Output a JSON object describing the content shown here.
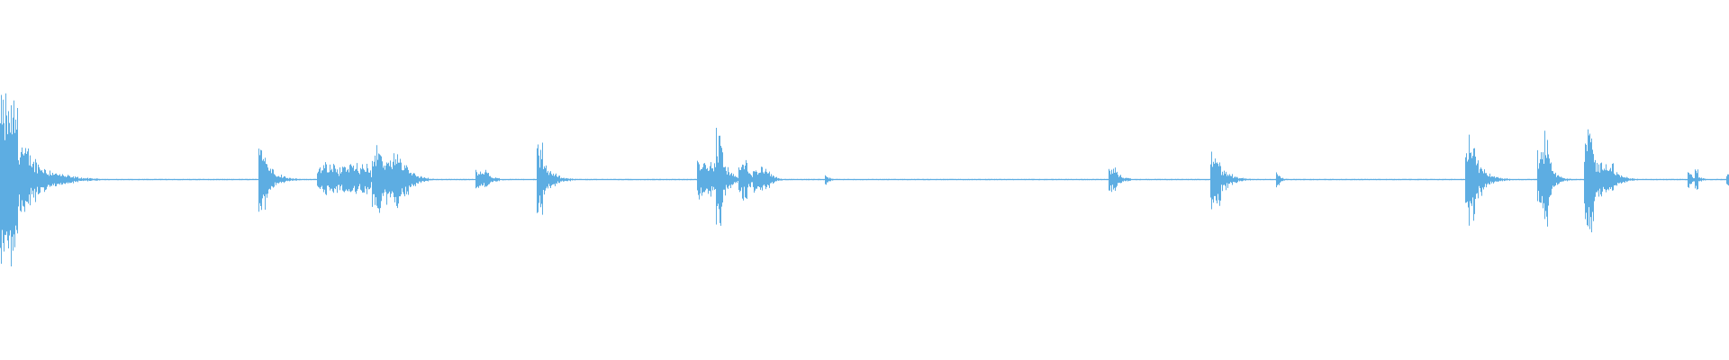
{
  "waveform": {
    "color": "#5dade2",
    "background": "#ffffff",
    "bursts": [
      {
        "t": 0.0,
        "dur": 0.01,
        "amp": 0.55,
        "decay": 0.012
      },
      {
        "t": 0.149,
        "dur": 0.006,
        "amp": 0.2,
        "decay": 0.006
      },
      {
        "t": 0.183,
        "dur": 0.006,
        "amp": 0.1,
        "decay": 0.004
      },
      {
        "t": 0.189,
        "dur": 0.006,
        "amp": 0.09,
        "decay": 0.004
      },
      {
        "t": 0.196,
        "dur": 0.006,
        "amp": 0.1,
        "decay": 0.004
      },
      {
        "t": 0.202,
        "dur": 0.005,
        "amp": 0.12,
        "decay": 0.004
      },
      {
        "t": 0.208,
        "dur": 0.006,
        "amp": 0.1,
        "decay": 0.004
      },
      {
        "t": 0.215,
        "dur": 0.006,
        "amp": 0.22,
        "decay": 0.005
      },
      {
        "t": 0.222,
        "dur": 0.01,
        "amp": 0.16,
        "decay": 0.006
      },
      {
        "t": 0.228,
        "dur": 0.008,
        "amp": 0.13,
        "decay": 0.006
      },
      {
        "t": 0.275,
        "dur": 0.008,
        "amp": 0.06,
        "decay": 0.004
      },
      {
        "t": 0.31,
        "dur": 0.004,
        "amp": 0.22,
        "decay": 0.006
      },
      {
        "t": 0.403,
        "dur": 0.008,
        "amp": 0.12,
        "decay": 0.004
      },
      {
        "t": 0.41,
        "dur": 0.006,
        "amp": 0.12,
        "decay": 0.004
      },
      {
        "t": 0.414,
        "dur": 0.004,
        "amp": 0.3,
        "decay": 0.004
      },
      {
        "t": 0.427,
        "dur": 0.005,
        "amp": 0.12,
        "decay": 0.004
      },
      {
        "t": 0.435,
        "dur": 0.006,
        "amp": 0.08,
        "decay": 0.004
      },
      {
        "t": 0.441,
        "dur": 0.004,
        "amp": 0.07,
        "decay": 0.004
      },
      {
        "t": 0.477,
        "dur": 0.002,
        "amp": 0.03,
        "decay": 0.002
      },
      {
        "t": 0.641,
        "dur": 0.005,
        "amp": 0.08,
        "decay": 0.004
      },
      {
        "t": 0.7,
        "dur": 0.006,
        "amp": 0.17,
        "decay": 0.006
      },
      {
        "t": 0.738,
        "dur": 0.002,
        "amp": 0.06,
        "decay": 0.002
      },
      {
        "t": 0.847,
        "dur": 0.006,
        "amp": 0.3,
        "decay": 0.006
      },
      {
        "t": 0.889,
        "dur": 0.005,
        "amp": 0.2,
        "decay": 0.005
      },
      {
        "t": 0.893,
        "dur": 0.002,
        "amp": 0.38,
        "decay": 0.003
      },
      {
        "t": 0.916,
        "dur": 0.006,
        "amp": 0.3,
        "decay": 0.006
      },
      {
        "t": 0.918,
        "dur": 0.003,
        "amp": 0.35,
        "decay": 0.004
      },
      {
        "t": 0.925,
        "dur": 0.008,
        "amp": 0.1,
        "decay": 0.006
      },
      {
        "t": 0.976,
        "dur": 0.002,
        "amp": 0.07,
        "decay": 0.002
      },
      {
        "t": 0.98,
        "dur": 0.002,
        "amp": 0.07,
        "decay": 0.002
      },
      {
        "t": 0.998,
        "dur": 0.002,
        "amp": 0.05,
        "decay": 0.002
      }
    ]
  }
}
